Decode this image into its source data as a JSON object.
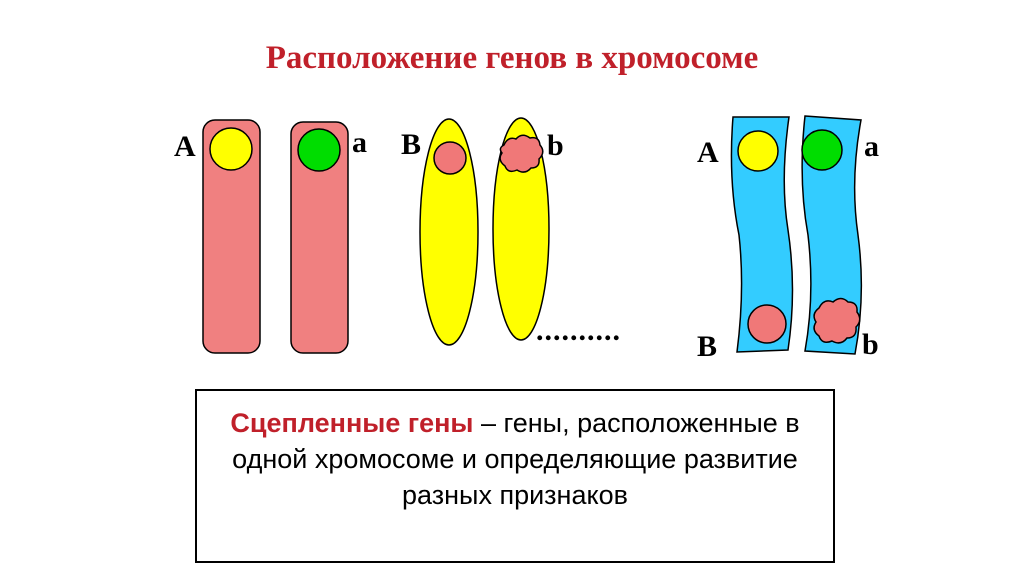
{
  "title": "Расположение генов в хромосоме",
  "labels": {
    "pair1_left": "A",
    "pair1_right": "a",
    "pair2_left": "B",
    "pair2_right": "b",
    "pair3_top_left": "A",
    "pair3_top_right": "a",
    "pair3_bottom_left": "B",
    "pair3_bottom_right": "b"
  },
  "dots": "..........",
  "definition": {
    "term": "Сцепленные гены",
    "rest": " – гены, расположенные в одной хромосоме и определяющие развитие разных признаков"
  },
  "colors": {
    "title": "#c0202a",
    "chromosome_red": "#f08080",
    "chromosome_yellow": "#ffff00",
    "chromosome_blue": "#33ccff",
    "gene_yellow": "#ffff00",
    "gene_green": "#00dd00",
    "gene_pink": "#f07878"
  }
}
